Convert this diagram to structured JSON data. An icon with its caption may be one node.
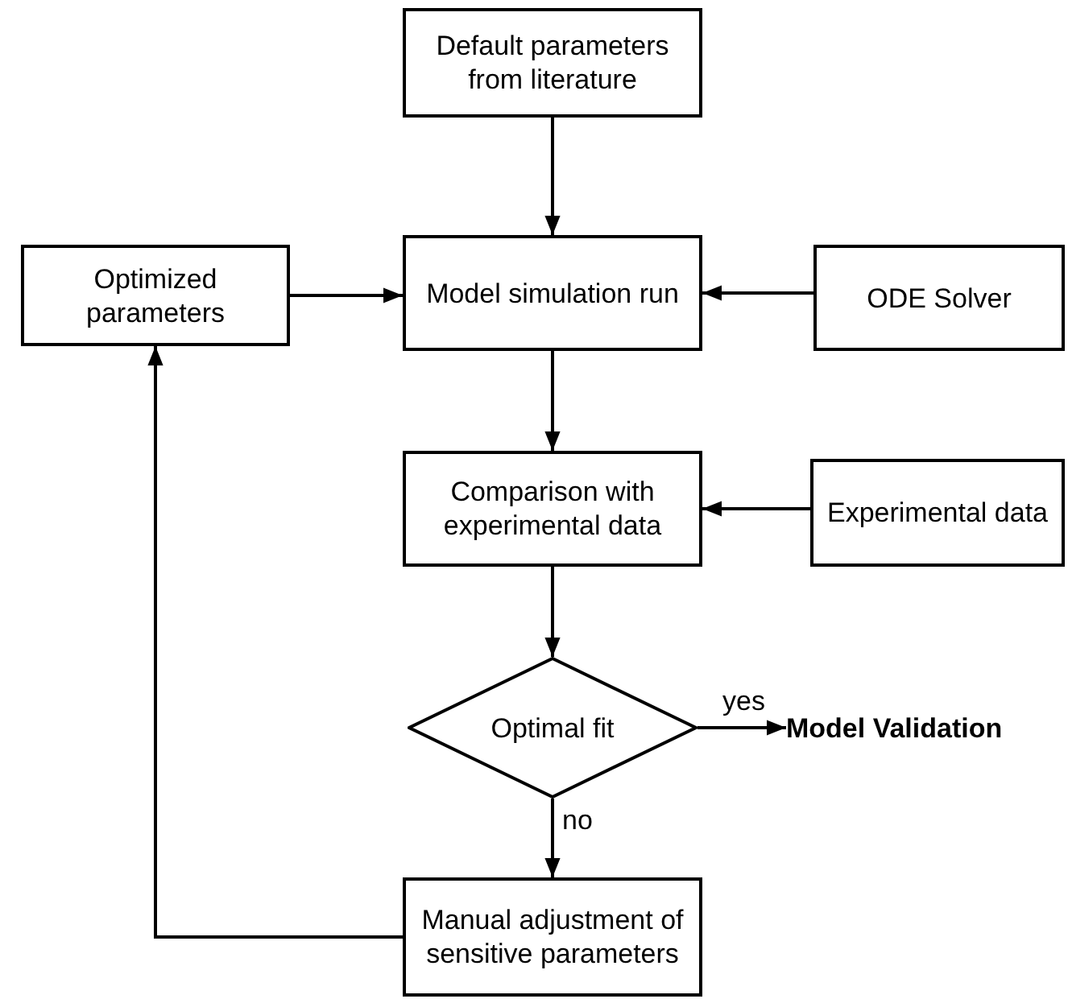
{
  "diagram": {
    "nodes": [
      {
        "text": [
          "Default parameters from literature"
        ]
      },
      {
        "text": [
          "Model simulation run"
        ]
      },
      {
        "text": [
          "Optimized parameters"
        ]
      },
      {
        "text": [
          "ODE Solver"
        ]
      },
      {
        "text": [
          "Comparison with experimental data"
        ]
      },
      {
        "text": [
          "Experimental data"
        ]
      },
      {
        "text": [
          "Optimal fit"
        ]
      },
      {
        "text": [
          "Model Validation"
        ]
      },
      {
        "text": [
          "Manual adjustment of sensitive parameters"
        ]
      }
    ],
    "edges": [
      {
        "from": 0,
        "to": 1,
        "arrow": "to"
      },
      {
        "from": 2,
        "to": 1,
        "arrow": "to"
      },
      {
        "from": 3,
        "to": 1,
        "arrow": "to"
      },
      {
        "from": 1,
        "to": 4,
        "arrow": "to"
      },
      {
        "from": 5,
        "to": 4,
        "arrow": "to"
      },
      {
        "from": 4,
        "to": 6,
        "arrow": "to"
      },
      {
        "from": 6,
        "to": 7,
        "arrow": "to",
        "label": "yes"
      },
      {
        "from": 6,
        "to": 8,
        "arrow": "to",
        "label": "no"
      },
      {
        "from": 8,
        "to": 2,
        "arrow": "to"
      }
    ]
  }
}
